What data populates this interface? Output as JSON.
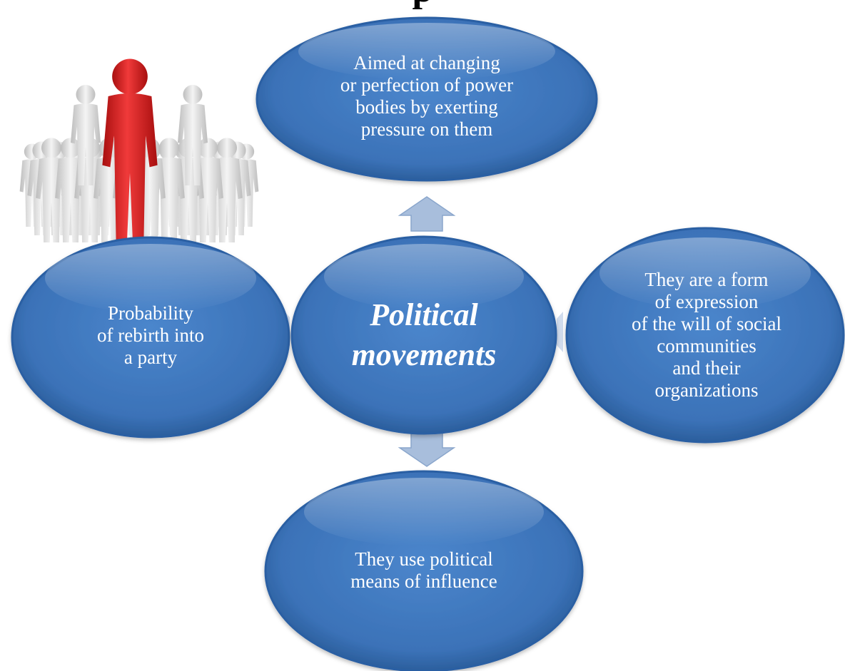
{
  "title_fragment": "p",
  "nodes": {
    "top": "Aimed at changing\nor perfection of power\nbodies by exerting\npressure on them",
    "center": "Political\nmovements",
    "left": "Probability\nof rebirth into\na party",
    "right": "They are a form\nof expression\nof the will of social\ncommunities\nand their\norganizations",
    "bottom": "They use political\nmeans of influence"
  },
  "illustration": "leader-crowd-figures",
  "colors": {
    "ellipse_fill": "#3f78bf",
    "ellipse_dark": "#1f4f8f",
    "ellipse_edge": "#2a5fa3",
    "arrow_fill": "#a8bedc",
    "leader_figure": "#d92020",
    "crowd_figures": "#e6e6e6"
  }
}
